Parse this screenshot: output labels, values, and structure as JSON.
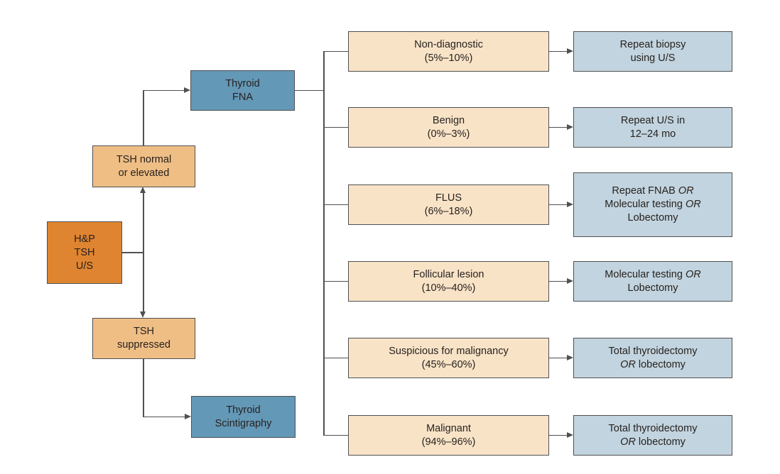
{
  "figure": {
    "colors": {
      "background": "#ffffff",
      "start_fill": "#df8430",
      "tsh_fill": "#efbe85",
      "procedure_fill": "#6498b7",
      "category_fill": "#f8e3c7",
      "outcome_fill": "#c2d4df",
      "border": "#4f5052",
      "line": "#4f5052",
      "text": "#27221f"
    },
    "nodes": {
      "start": {
        "lines": [
          "H&P",
          "TSH",
          "U/S"
        ]
      },
      "tsh_normal": {
        "lines": [
          "TSH normal",
          "or elevated"
        ]
      },
      "tsh_suppressed": {
        "lines": [
          "TSH",
          "suppressed"
        ]
      },
      "thyroid_fna": {
        "lines": [
          "Thyroid",
          "FNA"
        ]
      },
      "thyroid_scintigraphy": {
        "lines": [
          "Thyroid",
          "Scintigraphy"
        ]
      }
    },
    "rows": [
      {
        "category": "Non-diagnostic",
        "range": "(5%–10%)",
        "outcome_lines": [
          "Repeat biopsy",
          "using U/S"
        ]
      },
      {
        "category": "Benign",
        "range": "(0%–3%)",
        "outcome_lines": [
          "Repeat U/S in",
          "12–24 mo"
        ]
      },
      {
        "category": "FLUS",
        "range": "(6%–18%)",
        "outcome_lines": [
          "Repeat FNAB OR",
          "Molecular testing OR",
          "Lobectomy"
        ]
      },
      {
        "category": "Follicular lesion",
        "range": "(10%–40%)",
        "outcome_lines": [
          "Molecular testing OR",
          "Lobectomy"
        ]
      },
      {
        "category": "Suspicious for malignancy",
        "range": "(45%–60%)",
        "outcome_lines": [
          "Total thyroidectomy",
          "OR lobectomy"
        ]
      },
      {
        "category": "Malignant",
        "range": "(94%–96%)",
        "outcome_lines": [
          "Total thyroidectomy",
          "OR lobectomy"
        ]
      }
    ]
  }
}
